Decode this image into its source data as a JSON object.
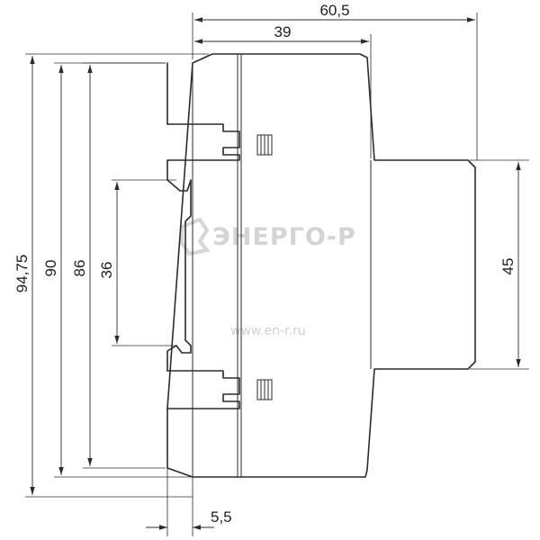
{
  "dimensions": {
    "total_depth": "60,5",
    "body_depth": "39",
    "overall_height": "94,75",
    "height_90": "90",
    "height_86": "86",
    "rail_window": "36",
    "front_height": "45",
    "rail_offset": "5,5"
  },
  "watermark": {
    "logo_text": "ЭНЕРГО-Р",
    "url": "www.en-r.ru",
    "color": "#d4d4d4"
  },
  "colors": {
    "line": "#2b2b2b",
    "background": "#ffffff"
  }
}
